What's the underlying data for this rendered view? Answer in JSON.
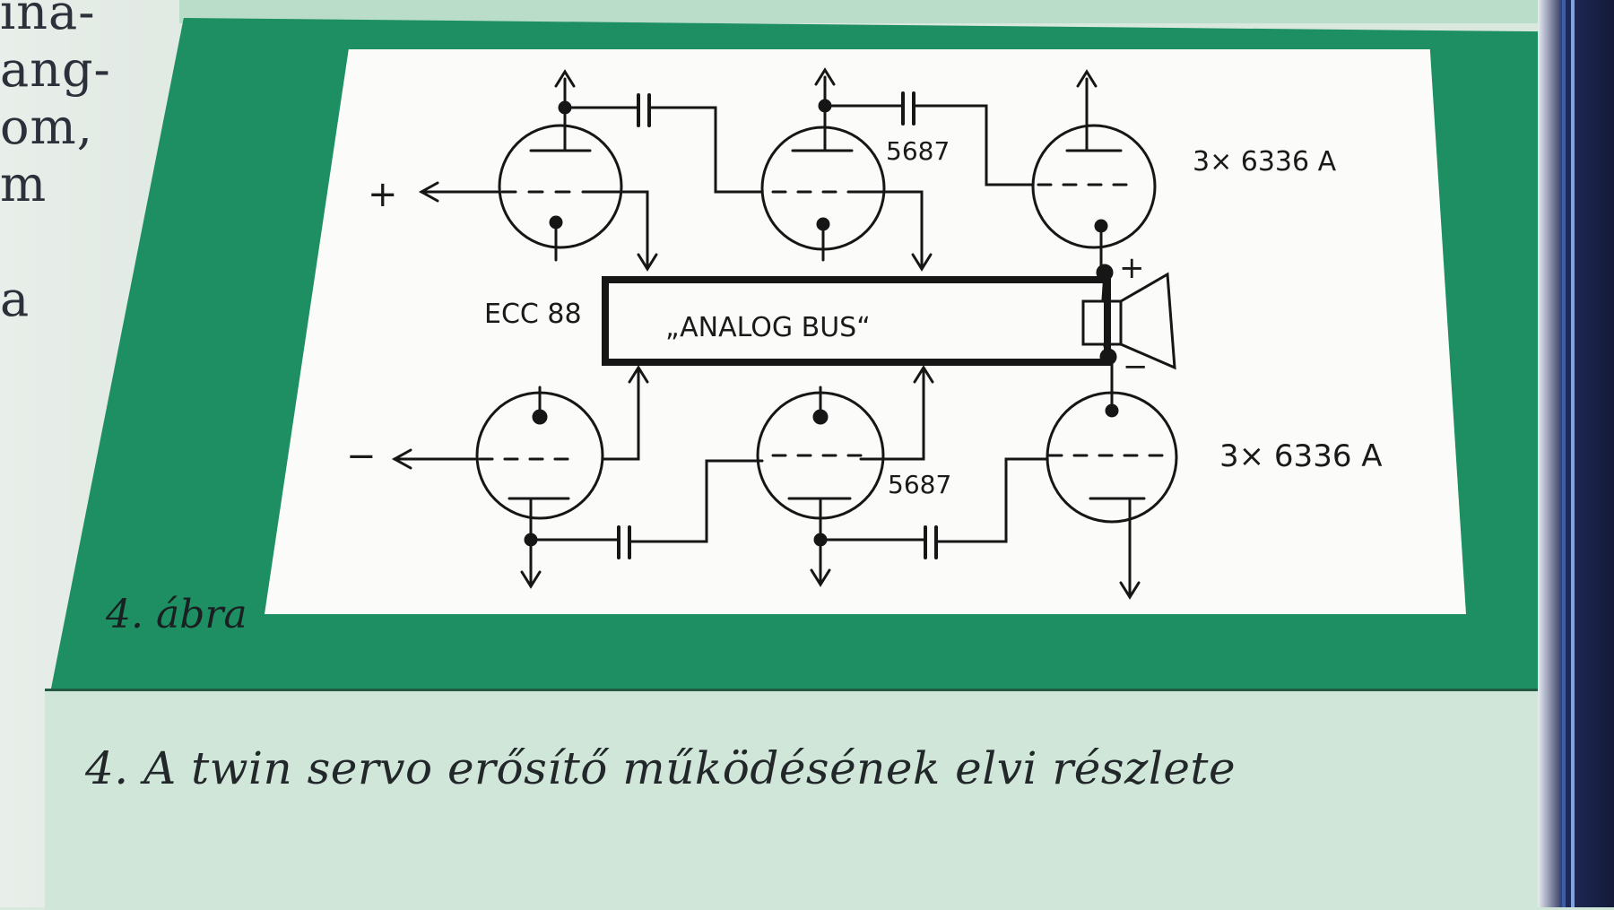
{
  "margin_text": [
    "ina-",
    "ang-",
    "om,",
    "m",
    "",
    "a"
  ],
  "figure_label": "4. ábra",
  "caption": "4. A twin servo erősítő működésének elvi részlete",
  "diagram": {
    "bus_label": "„ANALOG BUS“",
    "tube_labels": {
      "ecc88": "ECC 88",
      "top_5687": "5687",
      "bottom_5687": "5687",
      "top_6336": "3× 6336 A",
      "bottom_6336": "3× 6336 A"
    },
    "signs": {
      "input_plus": "+",
      "input_minus": "−",
      "speaker_plus": "+",
      "speaker_minus": "−"
    }
  }
}
